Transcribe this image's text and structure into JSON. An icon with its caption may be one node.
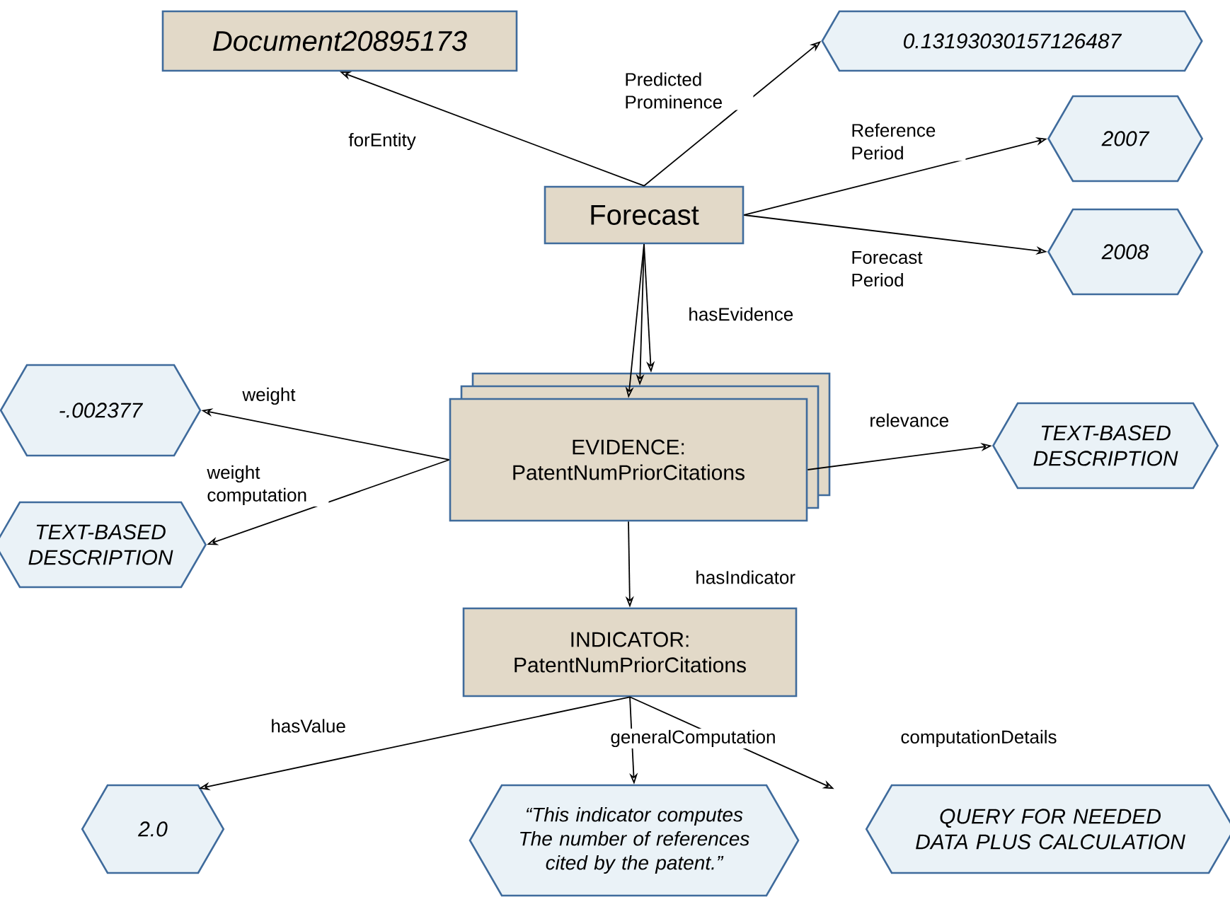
{
  "diagram": {
    "nodes": [
      {
        "text": [
          "Document20895173"
        ]
      },
      {
        "text": [
          "0.13193030157126487"
        ]
      },
      {
        "text": [
          "Forecast"
        ]
      },
      {
        "text": [
          "2007"
        ]
      },
      {
        "text": [
          "2008"
        ]
      },
      {
        "text": [
          "EVIDENCE: PatentNumPriorCitations"
        ]
      },
      {
        "text": [
          "-.002377"
        ]
      },
      {
        "text": [
          "TEXT-BASED DESCRIPTION"
        ]
      },
      {
        "text": [
          "TEXT-BASED DESCRIPTION"
        ]
      },
      {
        "text": [
          "INDICATOR: PatentNumPriorCitations"
        ]
      },
      {
        "text": [
          "2.0"
        ]
      },
      {
        "text": [
          "“This indicator computes The number of references cited by the patent.”"
        ]
      },
      {
        "text": [
          "QUERY FOR NEEDED DATA PLUS CALCULATION"
        ]
      }
    ],
    "edges": [
      {
        "from": 2,
        "to": 0,
        "arrow": "to",
        "label": "forEntity"
      },
      {
        "from": 2,
        "to": 1,
        "arrow": "to",
        "label": "Predicted Prominence"
      },
      {
        "from": 2,
        "to": 3,
        "arrow": "to",
        "label": "Reference Period"
      },
      {
        "from": 2,
        "to": 4,
        "arrow": "to",
        "label": "Forecast Period"
      },
      {
        "from": 2,
        "to": 5,
        "arrow": "to",
        "label": "hasEvidence"
      },
      {
        "from": 2,
        "to": 5,
        "arrow": "to"
      },
      {
        "from": 2,
        "to": 5,
        "arrow": "to"
      },
      {
        "from": 5,
        "to": 6,
        "arrow": "to",
        "label": "weight"
      },
      {
        "from": 5,
        "to": 7,
        "arrow": "to",
        "label": "weight computation"
      },
      {
        "from": 5,
        "to": 8,
        "arrow": "to",
        "label": "relevance"
      },
      {
        "from": 5,
        "to": 9,
        "arrow": "to",
        "label": "hasIndicator"
      },
      {
        "from": 9,
        "to": 10,
        "arrow": "to",
        "label": "hasValue"
      },
      {
        "from": 9,
        "to": 11,
        "arrow": "to",
        "label": "generalComputation"
      },
      {
        "from": 9,
        "to": 12,
        "arrow": "to",
        "label": "computationDetails"
      }
    ]
  }
}
